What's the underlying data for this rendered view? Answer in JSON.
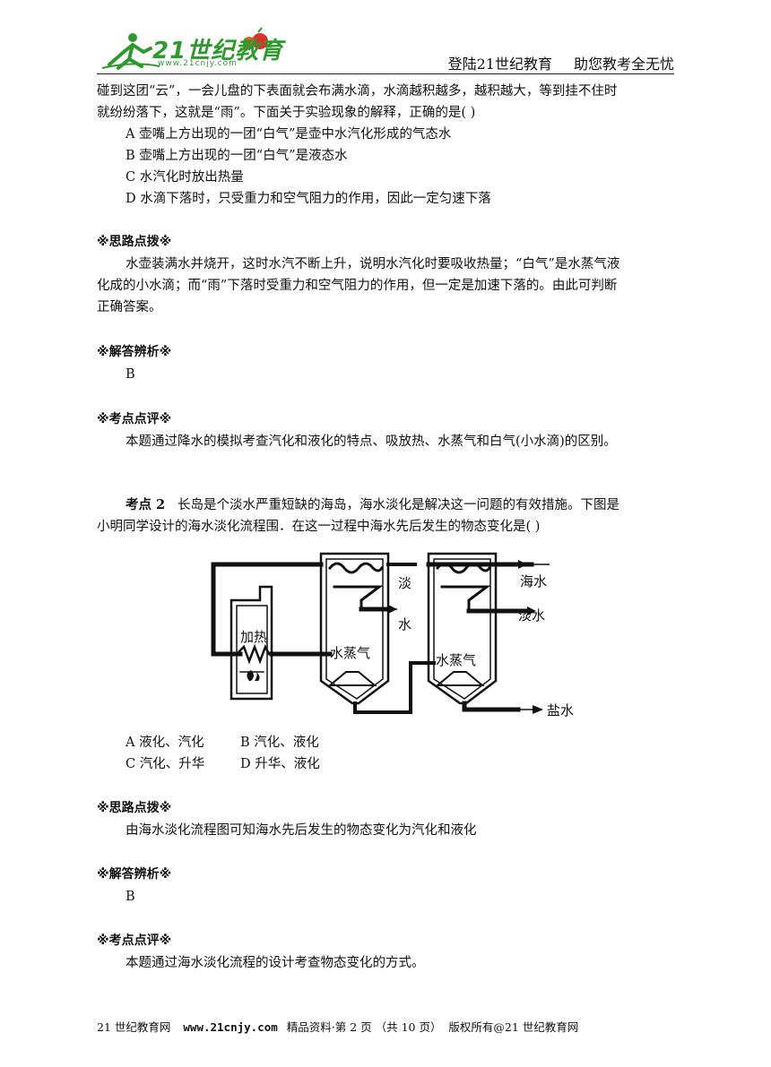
{
  "header": {
    "logo_text": "21世纪教育",
    "logo_url": "www.21cnjy.com",
    "slogan1": "登陆21世纪教育",
    "slogan2": "助您教考全无忧"
  },
  "q1": {
    "cont_line1": "碰到这团“云”，一会儿盘的下表面就会布满水滴，水滴越积越多，越积越大，等到挂不住时",
    "cont_line2": "就纷纷落下，这就是“雨”。下面关于实验现象的解释，正确的是(        )",
    "optA": "A 壶嘴上方出现的一团“白气”是壶中水汽化形成的气态水",
    "optB": "B 壶嘴上方出现的一团“白气”是液态水",
    "optC": "C 水汽化时放出热量",
    "optD": "D 水滴下落时，只受重力和空气阻力的作用，因此一定匀速下落",
    "hint_title": "※思路点拨※",
    "hint_line1": "水壶装满水并烧开，这时水汽不断上升，说明水汽化时要吸收热量；“白气”是水蒸气液",
    "hint_line2": "化成的小水滴；而“雨”下落时受重力和空气阻力的作用，但一定是加速下落的。由此可判断",
    "hint_line3": "正确答案。",
    "answer_title": "※解答辨析※",
    "answer": "B",
    "review_title": "※考点点评※",
    "review": "本题通过降水的模拟考查汽化和液化的特点、吸放热、水蒸气和白气(小水滴)的区别。"
  },
  "q2": {
    "label": "考点 2",
    "stem_line1": "长岛是个淡水严重短缺的海岛，海水淡化是解决这一问题的有效措施。下图是",
    "stem_line2": "小明同学设计的海水淡化流程围．在这一过程中海水先后发生的物态变化是(        )",
    "diagram": {
      "heating": "加热",
      "steam1": "水蒸气",
      "steam2": "水蒸气",
      "fresh_v1": "淡",
      "fresh_v2": "水",
      "seawater": "海水",
      "freshwater": "淡水",
      "brine": "盐水"
    },
    "optA": "A 液化、汽化",
    "optB": "B 汽化、液化",
    "optC": "C 汽化、升华",
    "optD": "D 升华、液化",
    "hint_title": "※思路点拨※",
    "hint": "由海水淡化流程图可知海水先后发生的物态变化为汽化和液化",
    "answer_title": "※解答辨析※",
    "answer": "B",
    "review_title": "※考点点评※",
    "review": "本题通过海水淡化流程的设计考查物态变化的方式。"
  },
  "footer": {
    "left": "21 世纪教育网",
    "url": "www.21cnjy.com",
    "page": "精品资料·第 2 页 （共 10 页）",
    "copyright": "版权所有@21 世纪教育网"
  }
}
